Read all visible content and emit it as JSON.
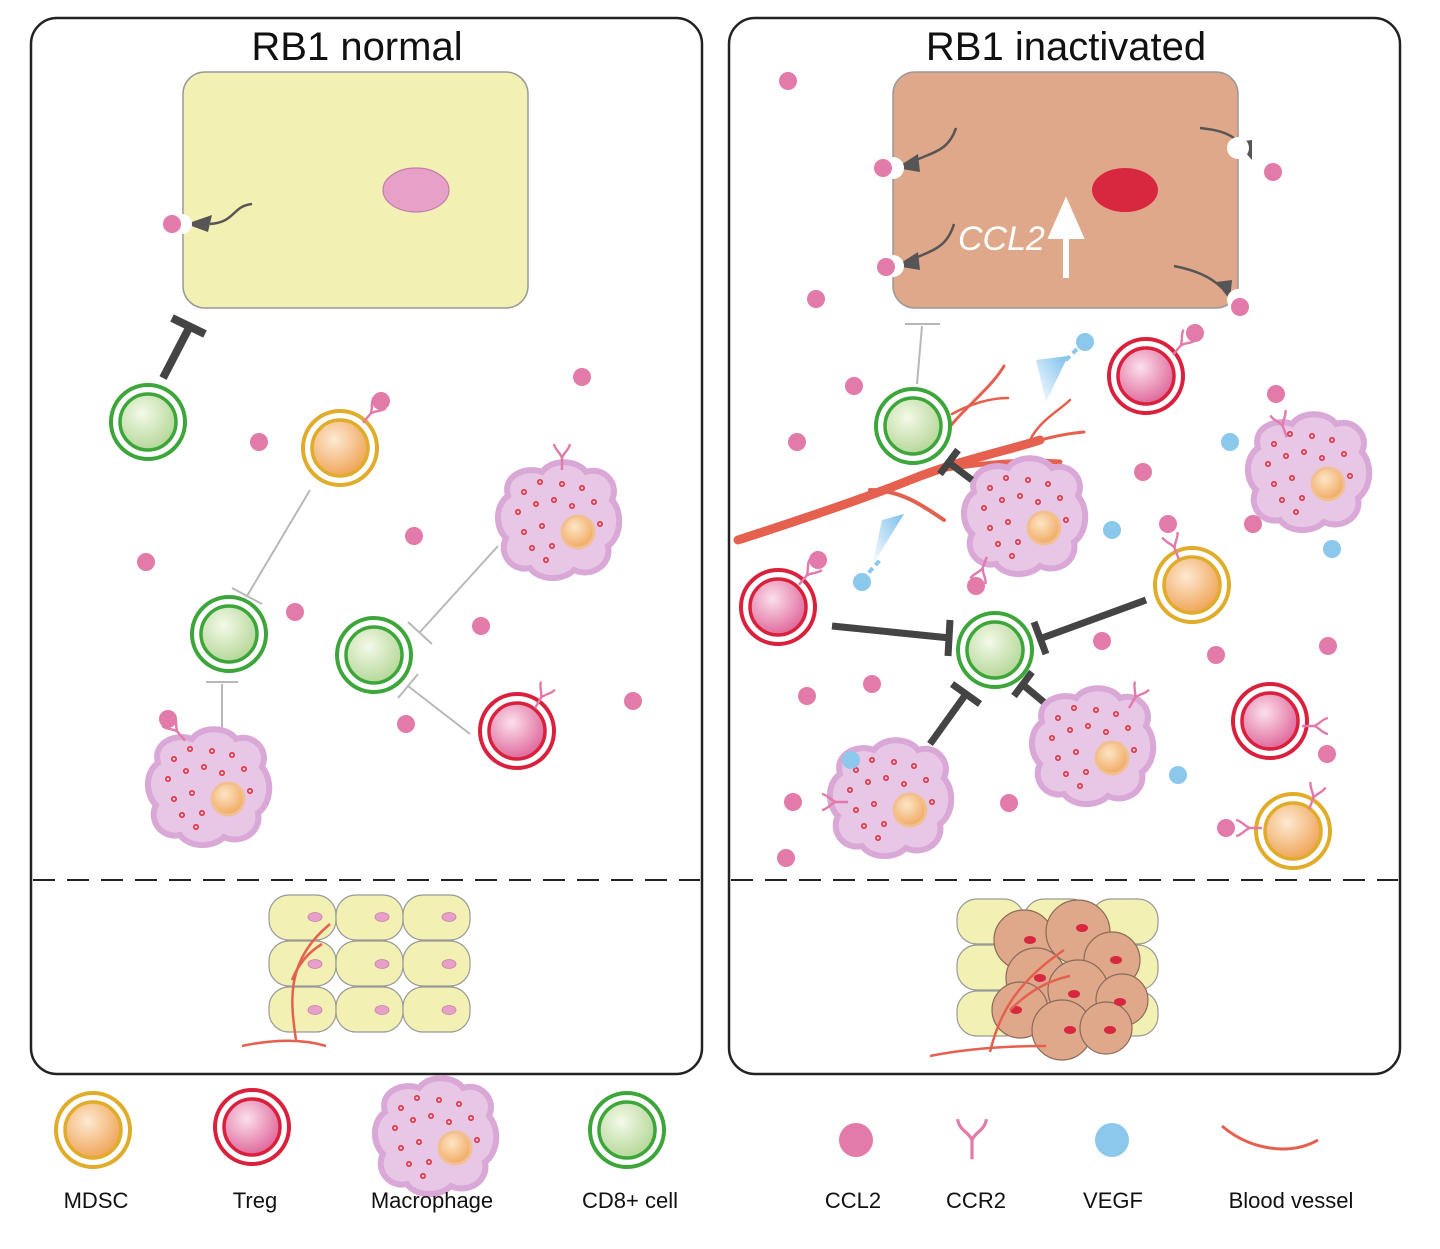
{
  "panels": {
    "left": {
      "title": "RB1 normal"
    },
    "right": {
      "title": "RB1 inactivated",
      "upregulation_label": "CCL2"
    }
  },
  "legend": {
    "mdsc": "MDSC",
    "treg": "Treg",
    "macrophage": "Macrophage",
    "cd8": "CD8+ cell",
    "ccl2": "CCL2",
    "ccr2": "CCR2",
    "vegf": "VEGF",
    "vessel": "Blood vessel"
  },
  "colors": {
    "normal_cell": "#f2f0b2",
    "tumor_cell": "#e0a88a",
    "normal_nucleus": "#e7a0c8",
    "tumor_nucleus": "#d8283f",
    "ccl2": "#e27aaa",
    "vegf": "#8cc8ec",
    "vessel": "#e5604e",
    "cd8": "#3da63a",
    "treg": "#d9203c",
    "mdsc": "#e0ac2a",
    "macrophage": "#e0b2da",
    "inhibit_strong": "#444444",
    "inhibit_weak": "#b8b8b8"
  }
}
